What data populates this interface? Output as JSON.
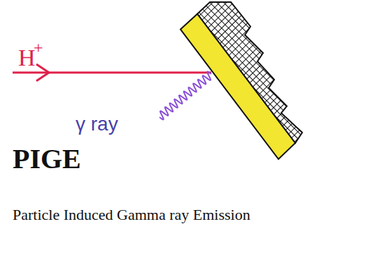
{
  "diagram": {
    "title": "PIGE",
    "caption": "Particle Induced Gamma ray Emission",
    "labels": [
      "H",
      "+",
      "γ ray"
    ]
  }
}
